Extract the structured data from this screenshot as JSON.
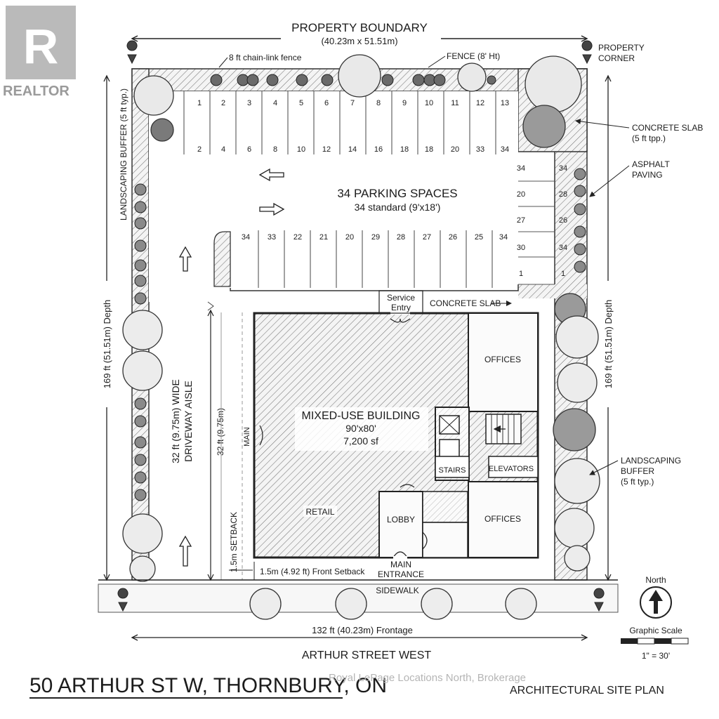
{
  "watermark": {
    "realtor": "REALTOR",
    "brokerage": "Royal LePage Locations North, Brokerage"
  },
  "boundary": {
    "title": "PROPERTY BOUNDARY",
    "dims": "(40.23m x 51.51m)",
    "corner_label_1": "PROPERTY",
    "corner_label_2": "CORNER"
  },
  "fence": {
    "chainlink": "8 ft chain-link fence",
    "fence8": "FENCE (8' Ht)"
  },
  "landscaping": {
    "left_buffer": "LANDSCAPING BUFFER (5 ft typ.)",
    "right_label_1": "LANDSCAPING",
    "right_label_2": "BUFFER",
    "right_label_3": "(5 ft typ.)"
  },
  "callouts": {
    "concrete_slab_1": "CONCRETE SLAB",
    "concrete_slab_2": "(5 ft tpp.)",
    "asphalt_1": "ASPHALT",
    "asphalt_2": "PAVING",
    "concrete_slab_mid": "CONCRETE SLAB",
    "service_1": "Service",
    "service_2": "Entry"
  },
  "parking": {
    "title": "34 PARKING SPACES",
    "subtitle": "34 standard (9'x18')",
    "top_row": [
      "1",
      "2",
      "3",
      "4",
      "5",
      "6",
      "7",
      "8",
      "9",
      "10",
      "11",
      "12",
      "13"
    ],
    "second_row": [
      "2",
      "4",
      "6",
      "8",
      "10",
      "12",
      "14",
      "16",
      "18",
      "18",
      "20",
      "33",
      "34"
    ],
    "lower_row": [
      "34",
      "33",
      "22",
      "21",
      "20",
      "29",
      "28",
      "27",
      "26",
      "25",
      "34"
    ],
    "right_left_col": [
      "34",
      "20",
      "27",
      "30",
      "1"
    ],
    "right_right_col": [
      "34",
      "28",
      "26",
      "34",
      "1"
    ]
  },
  "building": {
    "name": "MIXED-USE BUILDING",
    "size": "90'x80'",
    "area": "7,200 sf",
    "retail": "RETAIL",
    "offices_top": "OFFICES",
    "offices_bottom": "OFFICES",
    "stairs": "STAIRS",
    "elevators": "ELEVATORS",
    "lobby": "LOBBY",
    "main_side": "MAIN",
    "main_entrance_1": "MAIN",
    "main_entrance_2": "ENTRANCE"
  },
  "dimensions": {
    "depth_left": "169 ft (51.51m) Depth",
    "depth_right": "169 ft (51.51m) Depth",
    "driveway_1": "32 ft (9.75m) WIDE",
    "driveway_2": "DRIVEWAY AISLE",
    "aisle_dim": "32 ft (9.75m)",
    "side_setback": "1.5m SETBACK",
    "front_setback": "1.5m (4.92 ft) Front Setback",
    "frontage": "132 ft (40.23m) Frontage"
  },
  "street": {
    "sidewalk": "SIDEWALK",
    "name": "ARTHUR STREET WEST"
  },
  "north": {
    "label": "North"
  },
  "scale": {
    "label": "Graphic Scale",
    "ratio": "1\" = 30'"
  },
  "footer": {
    "address": "50 ARTHUR ST W, THORNBURY, ON",
    "plan_type": "ARCHITECTURAL SITE PLAN"
  }
}
